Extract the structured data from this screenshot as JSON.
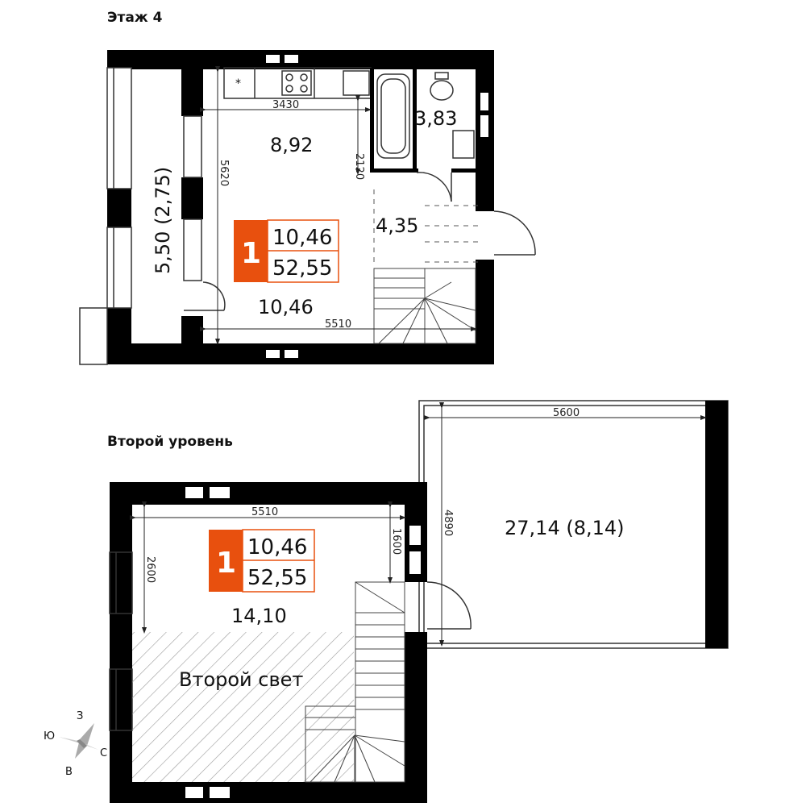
{
  "floor4": {
    "title": "Этаж 4",
    "rooms": {
      "kitchen": "8,92",
      "bathroom": "3,83",
      "hall": "4,35",
      "living": "10,46",
      "balcony": "5,50 (2,75)"
    },
    "dims": {
      "kitchen_width": "3430",
      "bath_depth": "2120",
      "height_left": "5620",
      "width_bottom": "5510"
    },
    "badge": {
      "rooms": "1",
      "living_area": "10,46",
      "total_area": "52,55"
    }
  },
  "level2": {
    "title": "Второй уровень",
    "rooms": {
      "room": "14,10",
      "second_light": "Второй свет",
      "terrace": "27,14 (8,14)"
    },
    "dims": {
      "width_top": "5510",
      "height_left": "2600",
      "height_right": "1600",
      "terrace_width": "5600",
      "terrace_depth": "4890"
    },
    "badge": {
      "rooms": "1",
      "living_area": "10,46",
      "total_area": "52,55"
    }
  },
  "compass": {
    "n": "З",
    "w": "Ю",
    "e": "С",
    "s": "В"
  },
  "colors": {
    "badge_accent": "#e8500e",
    "walls": "#000000"
  }
}
